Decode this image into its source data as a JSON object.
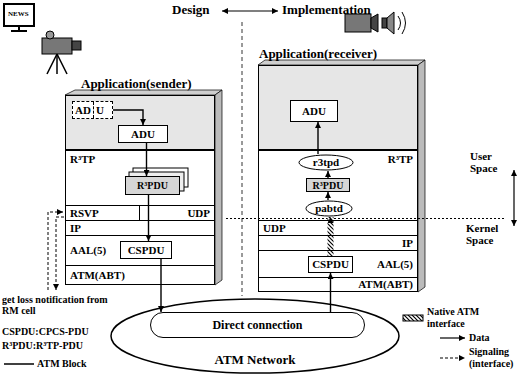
{
  "diagram": {
    "nodes": [
      {
        "text": [
          "Application(sender)"
        ]
      },
      {
        "text": [
          "AD",
          "U"
        ],
        "in": 0
      },
      {
        "text": [
          "ADU"
        ],
        "in": 0
      },
      {
        "text": [
          "R³TP"
        ]
      },
      {
        "text": [
          "R³PDU"
        ],
        "in": 3
      },
      {
        "text": [
          "RSVP"
        ],
        "in": 3
      },
      {
        "text": [
          "UDP"
        ],
        "in": 3
      },
      {
        "text": [
          "IP"
        ],
        "in": 3
      },
      {
        "text": [
          "AAL(5)"
        ],
        "in": 3
      },
      {
        "text": [
          "CSPDU"
        ],
        "in": 8
      },
      {
        "text": [
          "ATM(ABT)"
        ],
        "in": 3
      },
      {
        "text": [
          "Application(receiver)"
        ]
      },
      {
        "text": [
          "ADU"
        ],
        "in": 11
      },
      {
        "text": [
          "R³TP"
        ]
      },
      {
        "text": [
          "r3tpd"
        ],
        "in": 13
      },
      {
        "text": [
          "R³PDU"
        ],
        "in": 13
      },
      {
        "text": [
          "pabtd"
        ],
        "in": 13
      },
      {
        "text": [
          "UDP"
        ],
        "in": 13
      },
      {
        "text": [
          "IP"
        ],
        "in": 13
      },
      {
        "text": [
          "AAL(5)"
        ],
        "in": 13
      },
      {
        "text": [
          "CSPDU"
        ],
        "in": 19
      },
      {
        "text": [
          "ATM(ABT)"
        ],
        "in": 13
      },
      {
        "text": [
          "ATM Network"
        ]
      },
      {
        "text": [
          "Direct connection"
        ],
        "in": 22
      }
    ],
    "edges": [
      {
        "from": 1,
        "to": 2,
        "arrow": "to"
      },
      {
        "from": 2,
        "to": 4,
        "arrow": "to"
      },
      {
        "from": 4,
        "to": 9,
        "arrow": "to"
      },
      {
        "from": 9,
        "to": 23,
        "arrow": "to"
      },
      {
        "from": 23,
        "to": 20,
        "arrow": "to"
      },
      {
        "from": 20,
        "to": 16,
        "arrow": "to"
      },
      {
        "from": 16,
        "to": 15,
        "arrow": "to"
      },
      {
        "from": 15,
        "to": 14,
        "arrow": "to"
      },
      {
        "from": 14,
        "to": 12,
        "arrow": "to"
      }
    ],
    "labels": [
      "Design",
      "Implementation",
      "NEWS",
      "User Space",
      "Kernel Space",
      "get loss notification from RM cell",
      "CSPDU:CPCS-PDU",
      "R³PDU:R³TP-PDU"
    ],
    "legend": [
      {
        "text": "ATM Block"
      },
      {
        "text": "Native ATM interface"
      },
      {
        "text": "Data"
      },
      {
        "text": "Signaling (interface)"
      }
    ]
  }
}
